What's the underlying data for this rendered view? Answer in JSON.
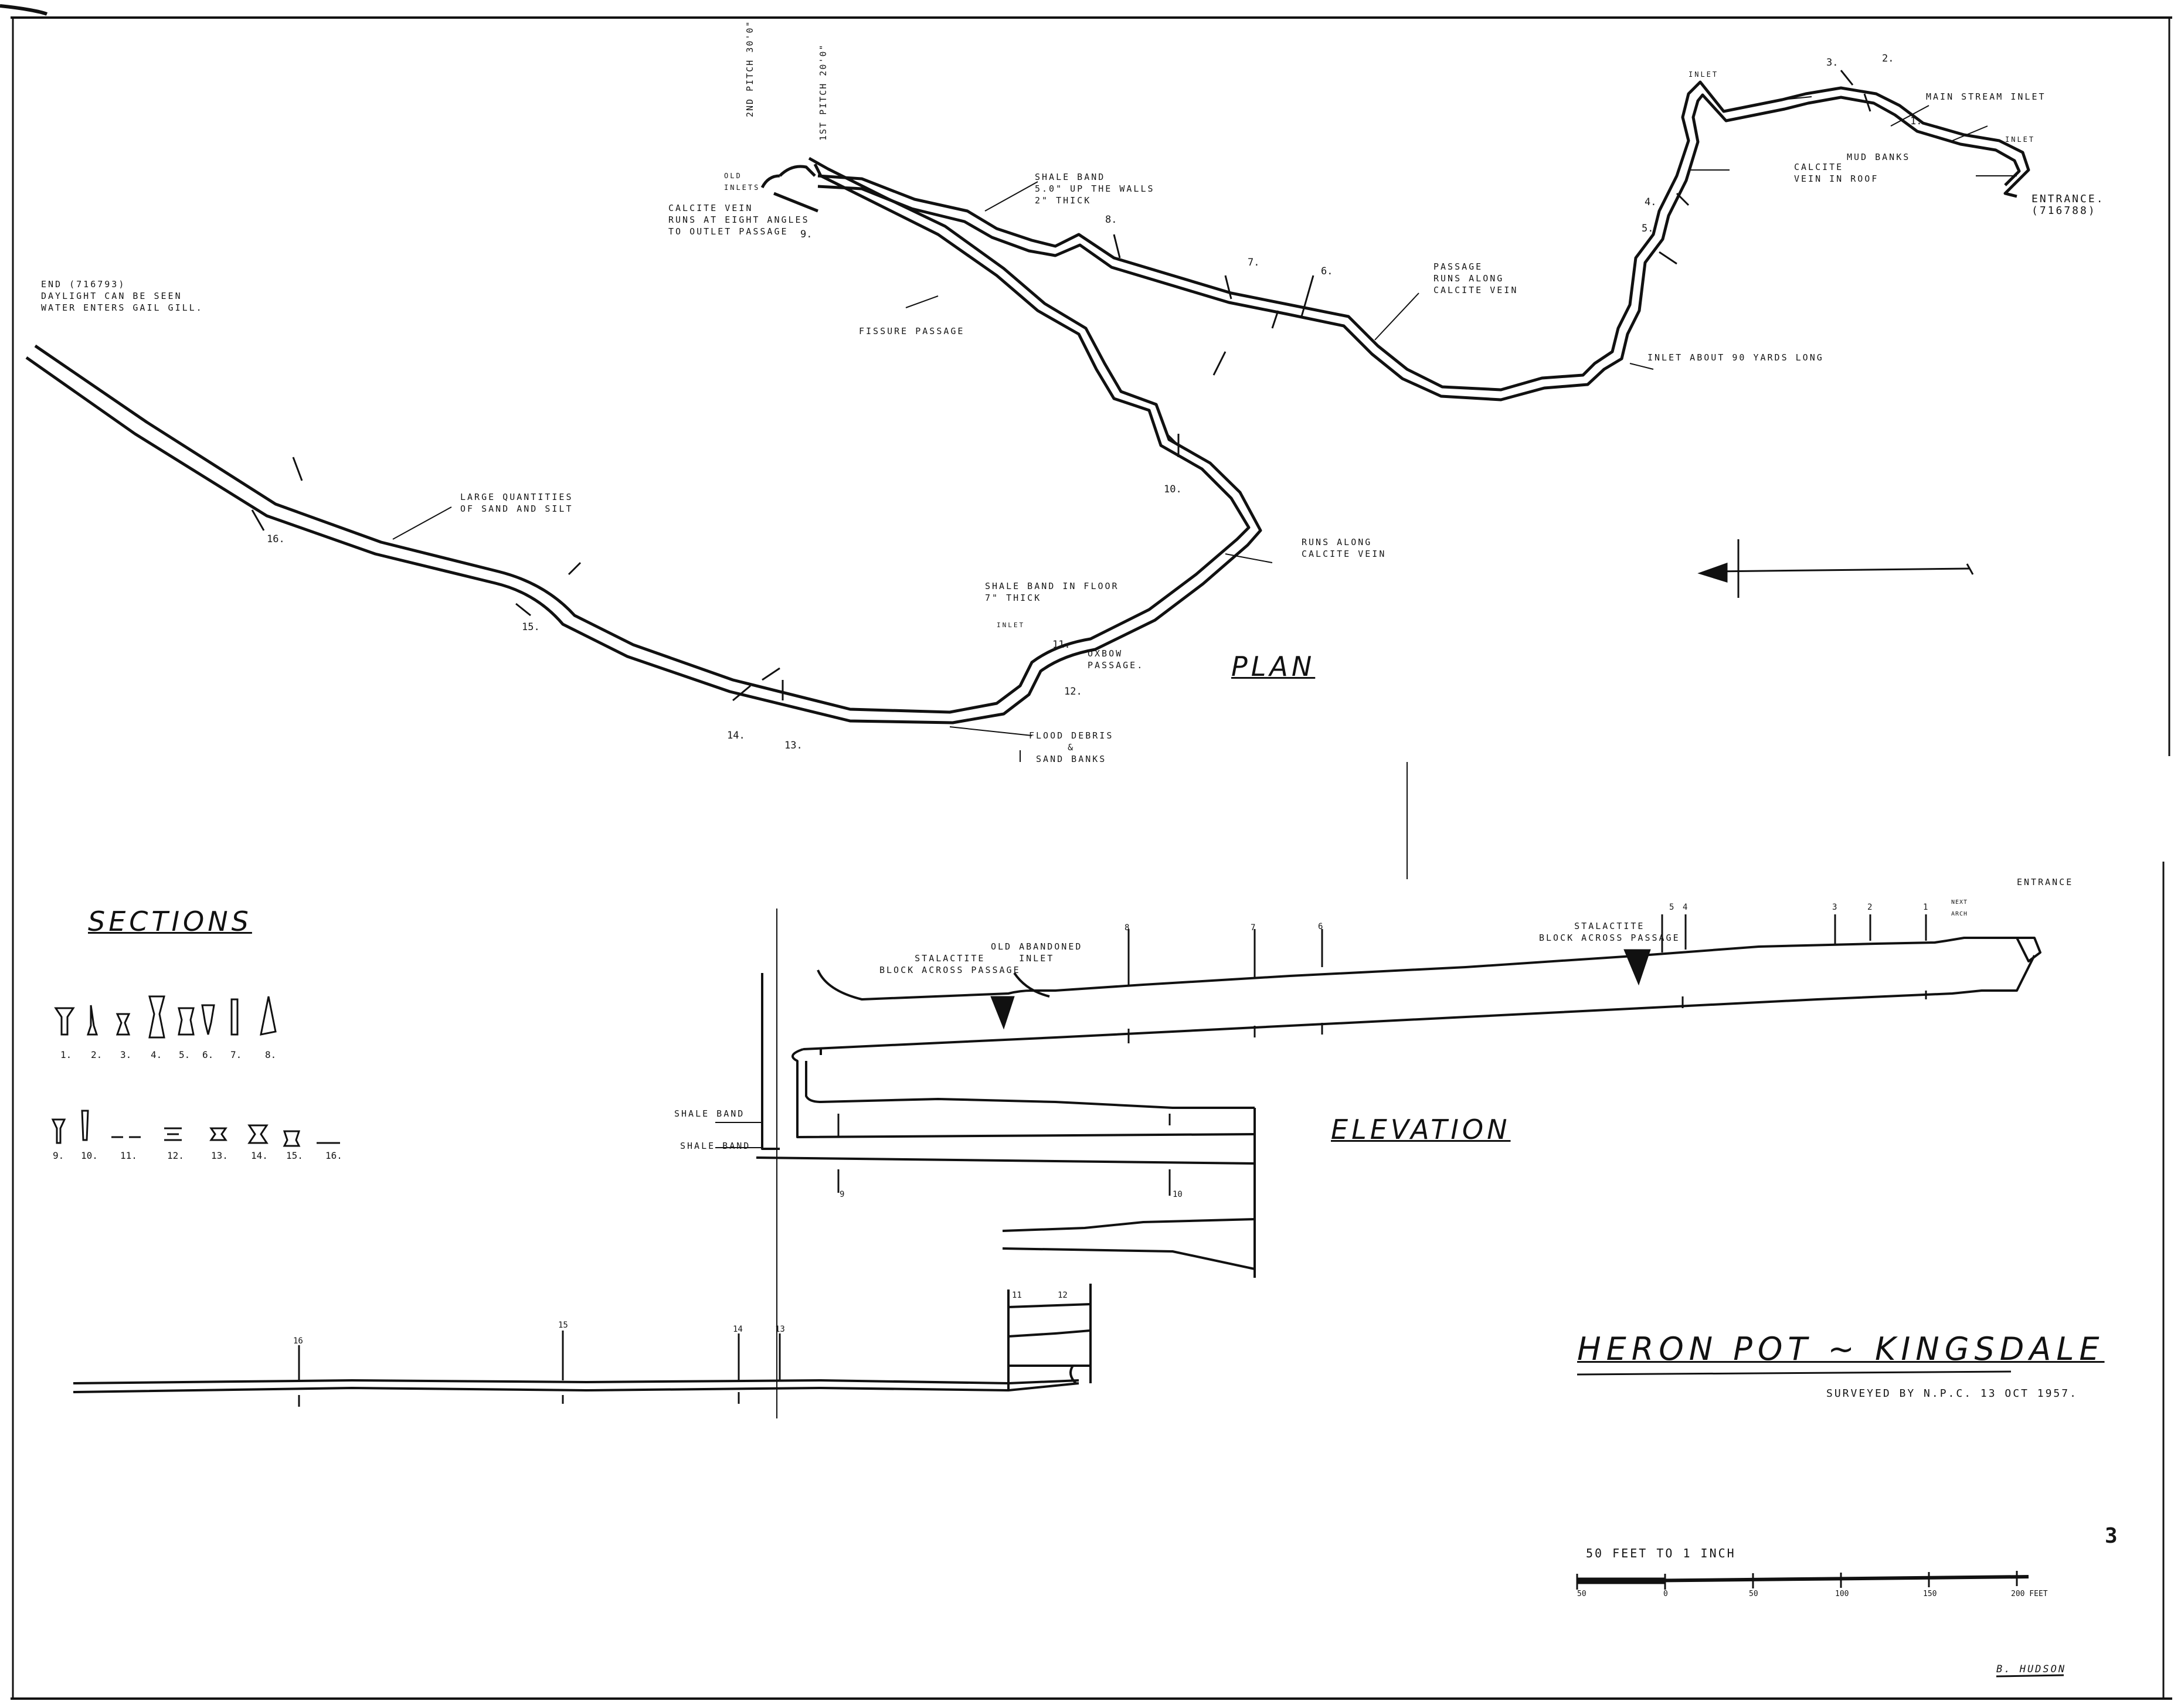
{
  "sheet": {
    "title": "HERON POT ~ KINGSDALE",
    "surveyed_by": "SURVEYED BY N.P.C. 13 OCT 1957.",
    "draughtsman": "B. HUDSON",
    "sheet_mark": "3",
    "colors": {
      "ink": "#111111",
      "paper": "#ffffff"
    }
  },
  "plan": {
    "heading": "PLAN",
    "labels": {
      "end": "END (716793)\nDAYLIGHT CAN BE SEEN\nWATER ENTERS GAIL GILL.",
      "sand": "LARGE QUANTITIES\nOF SAND AND SILT",
      "fissure": "FISSURE PASSAGE",
      "calcite_outlet": "CALCITE VEIN\nRUNS AT EIGHT ANGLES\nTO OUTLET PASSAGE",
      "old_inlets": "OLD\nINLETS",
      "pitch2": "2ND PITCH 30'0\"",
      "pitch1": "1ST PITCH 20'0\"",
      "shale_walls": "SHALE BAND\n5.0\" UP THE WALLS\n2\" THICK",
      "passage_calcite": "PASSAGE\nRUNS ALONG\nCALCITE VEIN",
      "inlet_90": "INLET ABOUT 90 YARDS LONG",
      "calcite_roof": "CALCITE\nVEIN IN ROOF",
      "mud_banks": "MUD BANKS",
      "main_stream": "MAIN STREAM INLET",
      "inlet_top": "INLET",
      "inlet_right": "INLET",
      "entrance": "ENTRANCE.\n(716788)",
      "runs_calcite": "RUNS ALONG\nCALCITE VEIN",
      "shale_floor": "SHALE BAND IN FLOOR\n7\" THICK",
      "inlet_small": "INLET",
      "oxbow": "OXBOW\nPASSAGE.",
      "flood": "FLOOD DEBRIS\n&\nSAND BANKS"
    },
    "stations": [
      "1.",
      "2.",
      "3.",
      "4.",
      "5.",
      "6.",
      "7.",
      "8.",
      "9.",
      "10.",
      "11.",
      "12.",
      "13.",
      "14.",
      "15.",
      "16."
    ]
  },
  "elevation": {
    "heading": "ELEVATION",
    "labels": {
      "entrance": "ENTRANCE",
      "stal_right": "STALACTITE\nBLOCK ACROSS PASSAGE",
      "stal_left": "STALACTITE\nBLOCK ACROSS PASSAGE",
      "old_inlet": "OLD ABANDONED\nINLET",
      "shale1": "SHALE BAND",
      "shale2": "SHALE BAND",
      "next_arch": "NEXT\nARCH"
    },
    "station_marks": [
      "8",
      "7",
      "6",
      "5",
      "4",
      "3",
      "2",
      "1",
      "9",
      "10",
      "11",
      "12",
      "13",
      "14",
      "15",
      "16"
    ]
  },
  "sections": {
    "heading": "SECTIONS",
    "row1_numbers": [
      "1.",
      "2.",
      "3.",
      "4.",
      "5.",
      "6.",
      "7.",
      "8."
    ],
    "row2_numbers": [
      "9.",
      "10.",
      "11.",
      "12.",
      "13.",
      "14.",
      "15.",
      "16."
    ]
  },
  "scale": {
    "caption": "50 FEET TO 1 INCH",
    "ticks": [
      "50",
      "0",
      "50",
      "100",
      "150",
      "200 FEET"
    ]
  }
}
